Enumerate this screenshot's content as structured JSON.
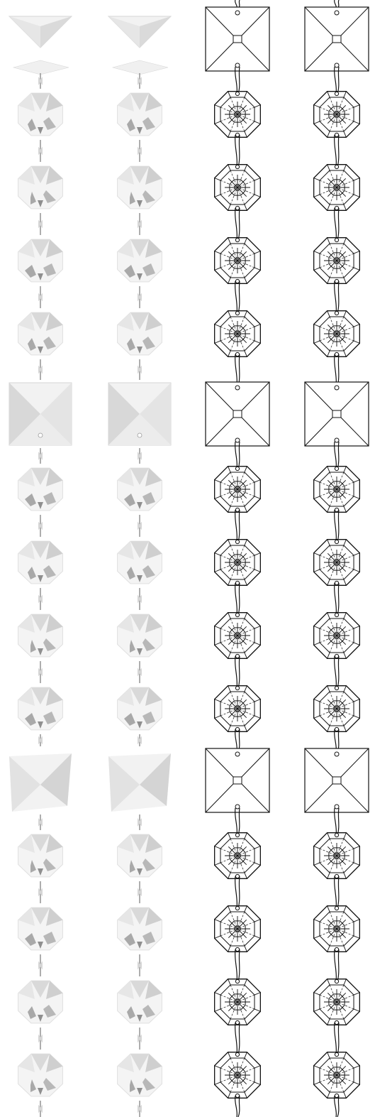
{
  "image": {
    "subject": "crystal-bead-garland-strands",
    "background_color": "#ffffff",
    "photo_columns": 2,
    "outline_columns": 2,
    "bead_pattern": [
      "square",
      "octagon",
      "octagon",
      "octagon",
      "octagon",
      "square",
      "octagon",
      "octagon",
      "octagon",
      "octagon",
      "square",
      "octagon",
      "octagon",
      "octagon",
      "octagon"
    ],
    "colors": {
      "crystal_light": "#f2f2f2",
      "crystal_mid": "#d6d6d6",
      "crystal_dark": "#9a9a9a",
      "outline": "#111111"
    }
  }
}
